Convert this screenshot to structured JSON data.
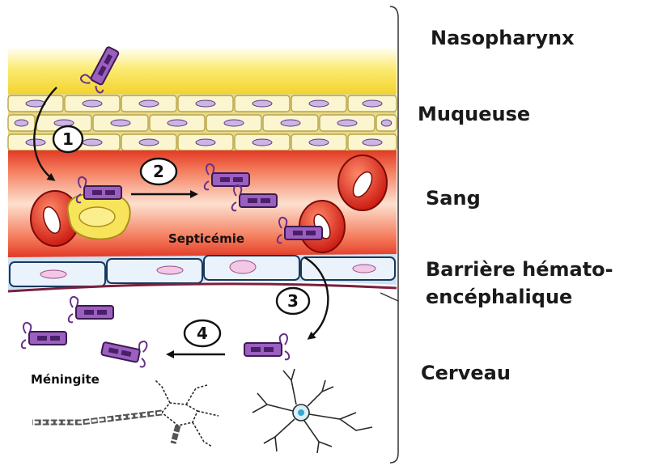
{
  "layers": {
    "nasopharynx": "Nasopharynx",
    "mucosa": "Muqueuse",
    "blood": "Sang",
    "bbb_line1": "Barrière hémato-",
    "bbb_line2": "encéphalique",
    "brain": "Cerveau"
  },
  "annotations": {
    "septicemia": "Septicémie",
    "meningitis": "Méningite"
  },
  "steps": [
    "1",
    "2",
    "3",
    "4"
  ],
  "colors": {
    "nasopharynx_yellow": "#f7e24a",
    "mucosa_cell": "#fbf6cf",
    "blood_red": "#ee4a32",
    "red_cell": "#dd2a1e",
    "bbb_cell": "#eaf2fb",
    "bacterium": "#9b5fc0",
    "neuron_blue": "#8fd0e8"
  }
}
